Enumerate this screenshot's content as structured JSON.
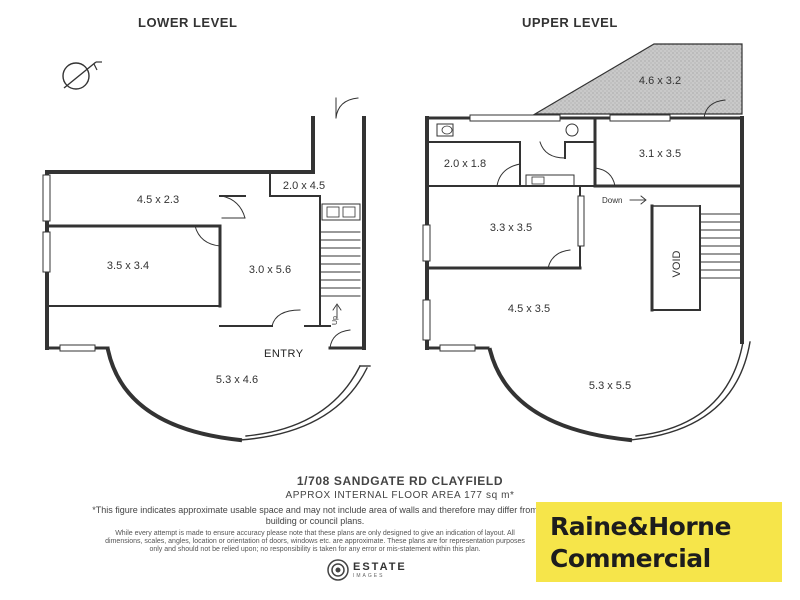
{
  "lower_level": {
    "title": "LOWER LEVEL",
    "rooms": [
      "4.5 x 2.3",
      "2.0 x 4.5",
      "3.5 x 3.4",
      "3.0 x 5.6",
      "5.3 x 4.6"
    ],
    "entry_label": "ENTRY",
    "stair_label": "Up"
  },
  "upper_level": {
    "title": "UPPER LEVEL",
    "rooms": [
      "4.6 x 3.2",
      "2.0 x 1.8",
      "3.1 x 3.5",
      "3.3 x 3.5",
      "4.5 x 3.5",
      "5.3 x 5.5"
    ],
    "stair_label": "Down",
    "void_label": "VOID"
  },
  "address": "1/708 SANDGATE RD CLAYFIELD",
  "floor_area": "APPROX INTERNAL FLOOR AREA 177 sq m*",
  "disclaimer_main": "*This figure indicates approximate usable space and may not include area of walls and therefore may differ from building or council plans.",
  "disclaimer_small": "While every attempt is made to ensure accuracy please note that these plans are only designed to give an indication of layout. All dimensions, scales, angles, location or orientation of doors, windows etc. are approximate. These plans are for representation purposes only and should not be relied upon; no responsibility is taken for any error or mis-statement within this plan.",
  "logos": {
    "estate_name": "ESTATE",
    "estate_sub": "IMAGES",
    "agency_line1": "Raine&Horne",
    "agency_line2": "Commercial",
    "agency_color": "#f6e54a"
  },
  "icons": [
    "compass-icon",
    "estate-images-logo-icon"
  ]
}
